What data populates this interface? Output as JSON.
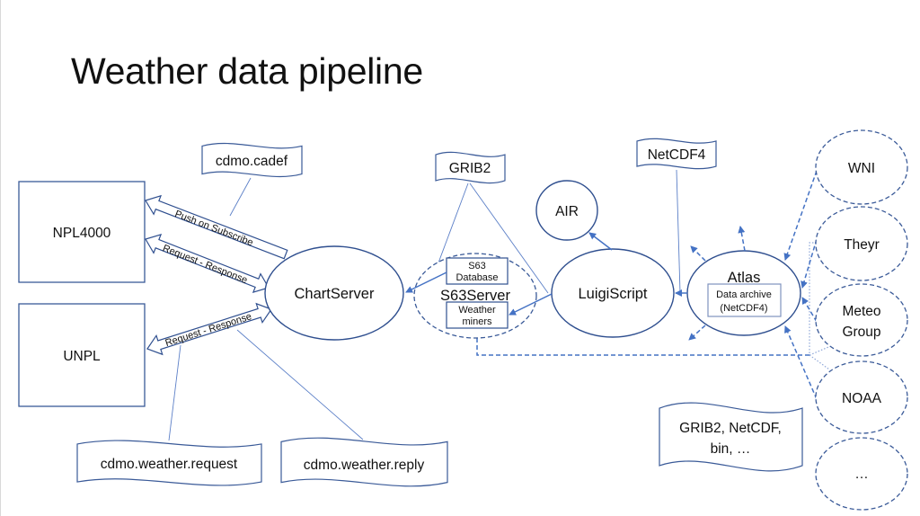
{
  "title": "Weather data pipeline",
  "nodes": {
    "npl4000": "NPL4000",
    "unpl": "UNPL",
    "chartserver": "ChartServer",
    "s63server": "S63Server",
    "s63_database": [
      "S63",
      "Database"
    ],
    "weather_miners": [
      "Weather",
      "miners"
    ],
    "air": "AIR",
    "luigiscript": "LuigiScript",
    "atlas": "Atlas",
    "data_archive": [
      "Data archive",
      "(NetCDF4)"
    ],
    "sources": {
      "wni": "WNI",
      "theyr": "Theyr",
      "meteogroup": [
        "Meteo",
        "Group"
      ],
      "noaa": "NOAA",
      "more": "…"
    }
  },
  "documents": {
    "cadef": "cdmo.cadef",
    "grib2": "GRIB2",
    "netcdf4": "NetCDF4",
    "weather_request": "cdmo.weather.request",
    "weather_reply": "cdmo.weather.reply",
    "formats": [
      "GRIB2, NetCDF,",
      "bin, …"
    ]
  },
  "connections": {
    "push_on_subscribe": "Push on Subscribe",
    "npl_request_response": "Request - Response",
    "unpl_request_response": "Request - Response"
  },
  "colors": {
    "shape_stroke": "#2f4f8f",
    "arrow": "#4472c4",
    "text": "#111111",
    "background": "#ffffff"
  }
}
